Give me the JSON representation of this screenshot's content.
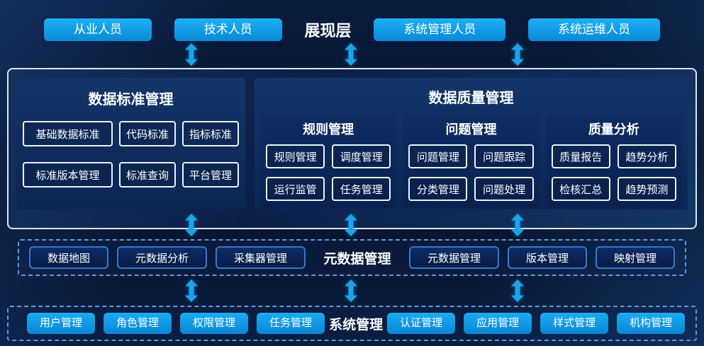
{
  "presentation": {
    "title": "展现层",
    "left_buttons": [
      "从业人员",
      "技术人员"
    ],
    "right_buttons": [
      "系统管理人员",
      "系统运维人员"
    ]
  },
  "standards": {
    "title": "数据标准管理",
    "items": [
      "基础数据标准",
      "代码标准",
      "指标标准",
      "标准版本管理",
      "标准查询",
      "平台管理"
    ]
  },
  "quality": {
    "title": "数据质量管理",
    "groups": [
      {
        "title": "规则管理",
        "items": [
          "规则管理",
          "调度管理",
          "运行监管",
          "任务管理"
        ]
      },
      {
        "title": "问题管理",
        "items": [
          "问题管理",
          "问题跟踪",
          "分类管理",
          "问题处理"
        ]
      },
      {
        "title": "质量分析",
        "items": [
          "质量报告",
          "趋势分析",
          "检核汇总",
          "趋势预测"
        ]
      }
    ]
  },
  "metadata": {
    "title": "元数据管理",
    "left_items": [
      "数据地图",
      "元数据分析",
      "采集器管理"
    ],
    "right_items": [
      "元数据管理",
      "版本管理",
      "映射管理"
    ]
  },
  "system": {
    "title": "系统管理",
    "left_items": [
      "用户管理",
      "角色管理",
      "权限管理",
      "任务管理"
    ],
    "right_items": [
      "认证管理",
      "应用管理",
      "样式管理",
      "机构管理"
    ]
  },
  "icons": {
    "arrow": "double-headed-vertical-arrow"
  },
  "colors": {
    "background": "#081531",
    "accent_blue": "#0f9fe6",
    "panel_blue": "#0e2c5f",
    "arrow_blue": "#1ba4ea",
    "box_border": "#eef3fa",
    "dashed_border": "#5f97d8",
    "outline_item_border": "#2e7ad2"
  }
}
